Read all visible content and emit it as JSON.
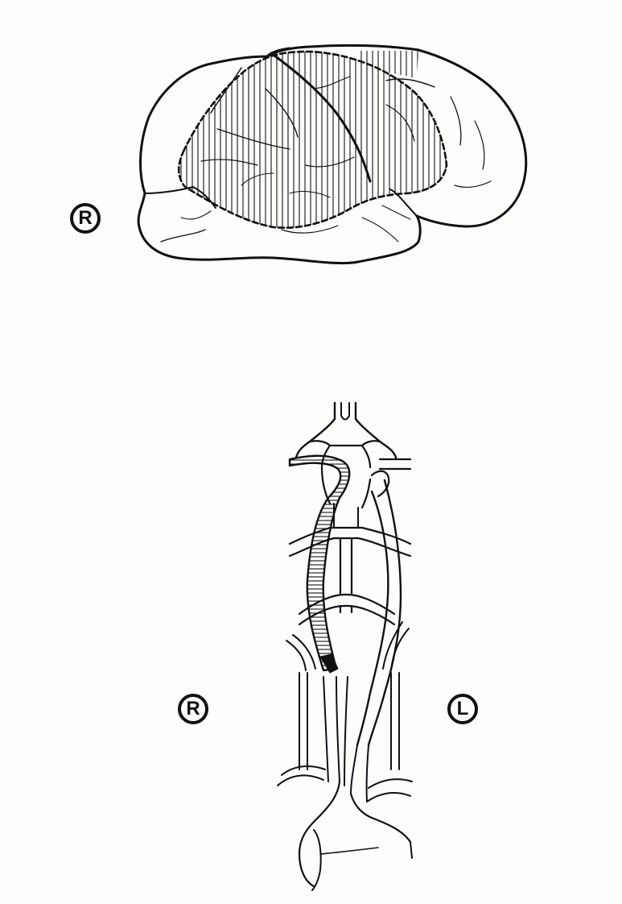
{
  "colors": {
    "ink": "#111111",
    "paper": "#fdfdfc"
  },
  "figures": {
    "brain_lateral_view": {
      "side_label": "R"
    },
    "brainstem_arteries_ventral_view": {
      "right_label": "R",
      "left_label": "L"
    }
  }
}
